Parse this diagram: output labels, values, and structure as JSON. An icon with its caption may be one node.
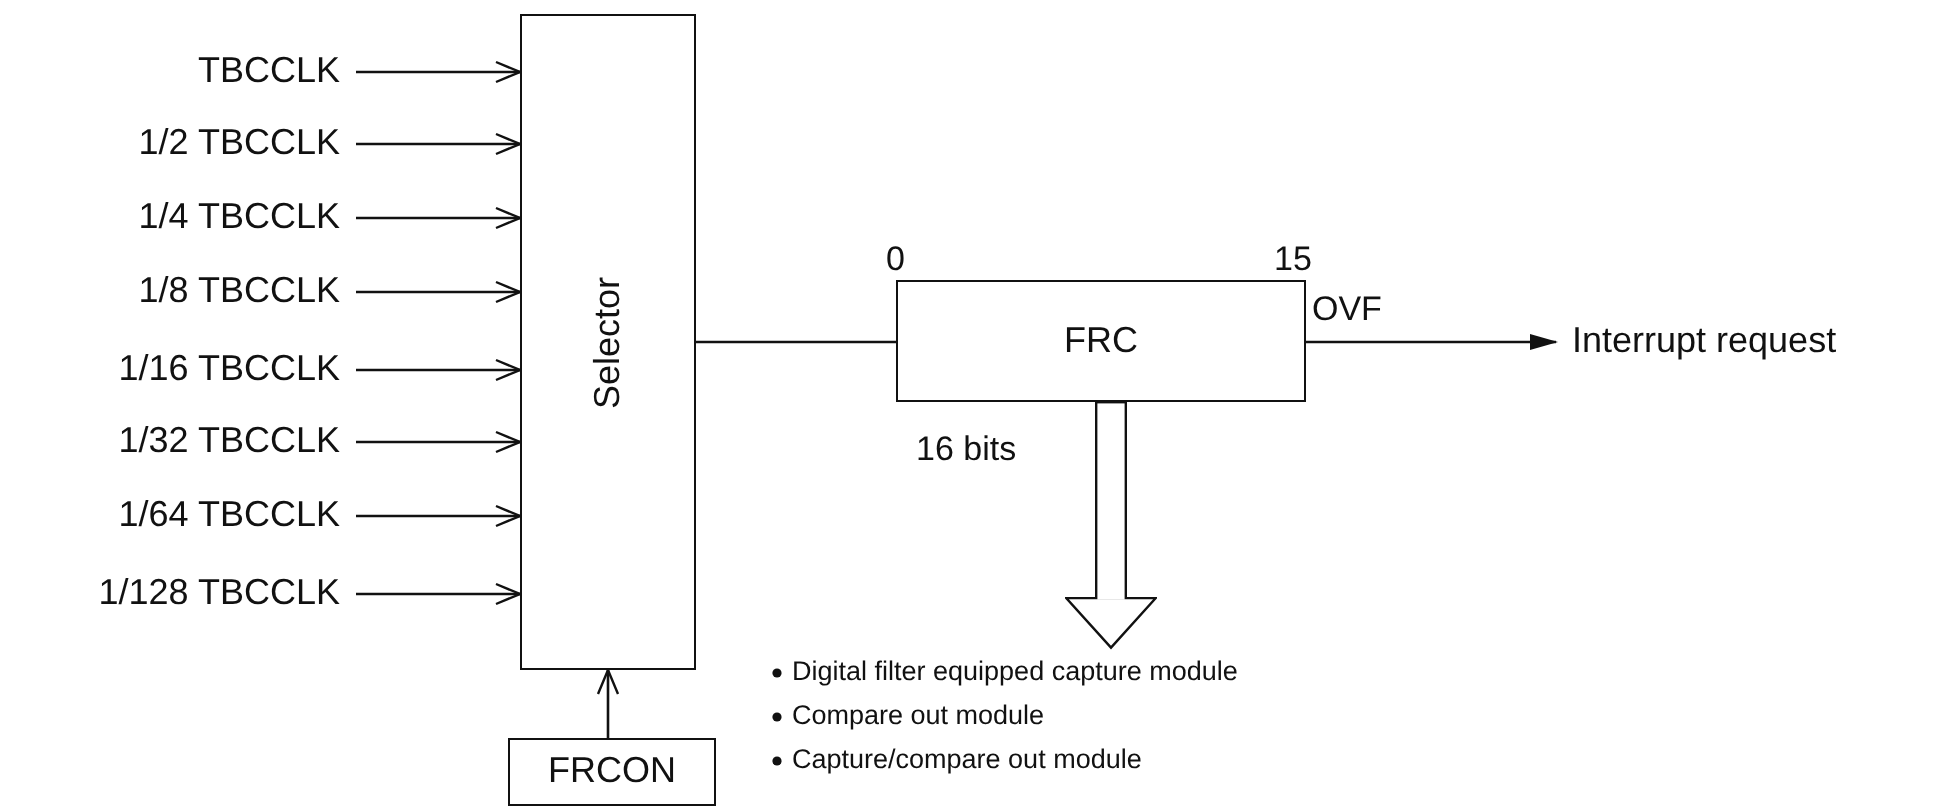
{
  "diagram": {
    "nodes": [
      {
        "text": [
          "TBCCLK"
        ]
      },
      {
        "text": [
          "1/2 TBCCLK"
        ]
      },
      {
        "text": [
          "1/4 TBCCLK"
        ]
      },
      {
        "text": [
          "1/8 TBCCLK"
        ]
      },
      {
        "text": [
          "1/16 TBCCLK"
        ]
      },
      {
        "text": [
          "1/32 TBCCLK"
        ]
      },
      {
        "text": [
          "1/64 TBCCLK"
        ]
      },
      {
        "text": [
          "1/128 TBCCLK"
        ]
      },
      {
        "text": [
          "Selector"
        ]
      },
      {
        "text": [
          "FRCON"
        ]
      },
      {
        "text": [
          "FRC"
        ],
        "beside": [
          "0",
          "15",
          "OVF"
        ]
      },
      {
        "text": [
          "Interrupt request"
        ]
      },
      {
        "text": [
          "Digital filter equipped capture module",
          "Compare out module",
          "Capture/compare out module"
        ]
      }
    ],
    "edges": [
      {
        "from": 0,
        "to": 8,
        "arrow": "to"
      },
      {
        "from": 1,
        "to": 8,
        "arrow": "to"
      },
      {
        "from": 2,
        "to": 8,
        "arrow": "to"
      },
      {
        "from": 3,
        "to": 8,
        "arrow": "to"
      },
      {
        "from": 4,
        "to": 8,
        "arrow": "to"
      },
      {
        "from": 5,
        "to": 8,
        "arrow": "to"
      },
      {
        "from": 6,
        "to": 8,
        "arrow": "to"
      },
      {
        "from": 7,
        "to": 8,
        "arrow": "to"
      },
      {
        "from": 9,
        "to": 8,
        "arrow": "to"
      },
      {
        "from": 8,
        "to": 10,
        "arrow": "none"
      },
      {
        "from": 10,
        "to": 11,
        "arrow": "to"
      },
      {
        "from": 10,
        "to": 12,
        "arrow": "to",
        "label": "16 bits",
        "style": "thick"
      }
    ]
  }
}
